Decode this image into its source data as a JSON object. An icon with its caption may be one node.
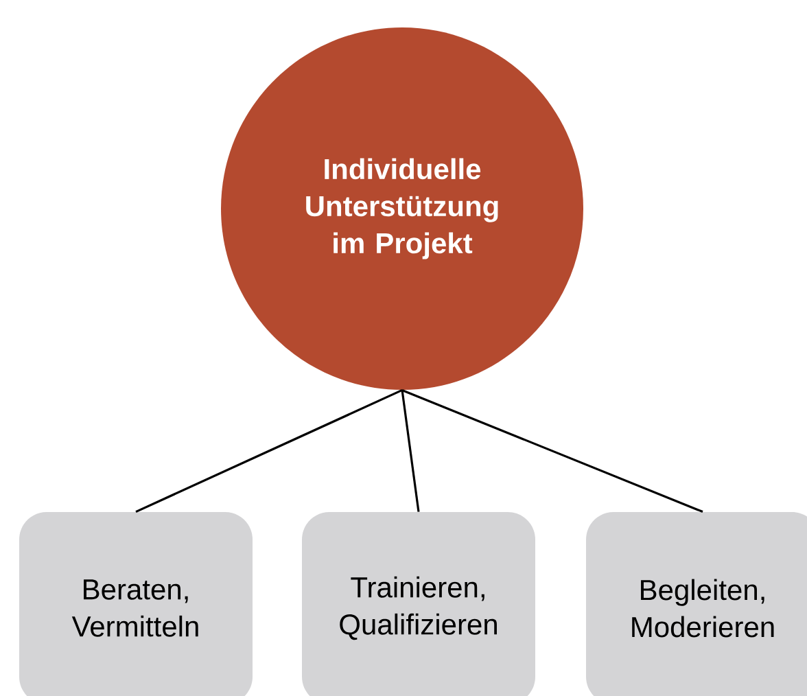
{
  "diagram": {
    "nodes": [
      {
        "text": [
          "Individuelle Unterstützung im Projekt"
        ]
      },
      {
        "text": [
          "Beraten, Vermitteln"
        ]
      },
      {
        "text": [
          "Trainieren, Qualifizieren"
        ]
      },
      {
        "text": [
          "Begleiten, Moderieren"
        ]
      }
    ],
    "edges": [
      {
        "from": 0,
        "to": 1,
        "arrow": "none"
      },
      {
        "from": 0,
        "to": 2,
        "arrow": "none"
      },
      {
        "from": 0,
        "to": 3,
        "arrow": "none"
      }
    ]
  }
}
